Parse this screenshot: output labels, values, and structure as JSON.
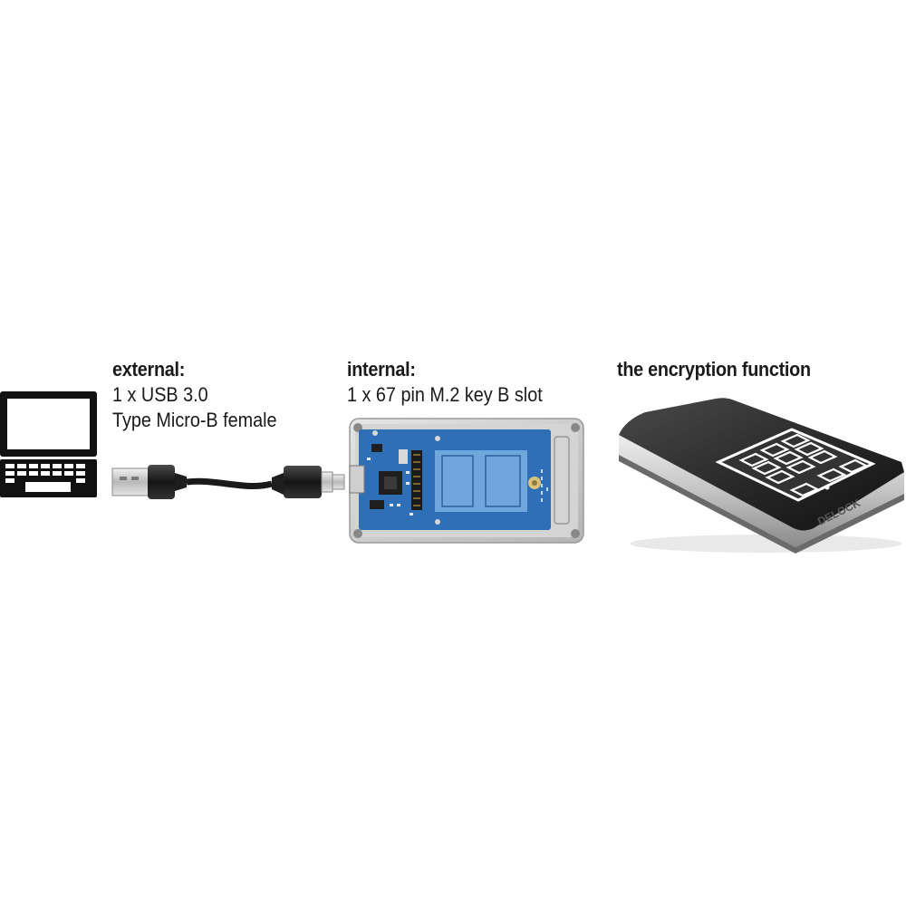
{
  "external": {
    "title": "external:",
    "line1": "1 x USB 3.0",
    "line2": "Type Micro-B female"
  },
  "internal": {
    "title": "internal:",
    "line1": "1 x 67 pin M.2 key B slot"
  },
  "encryption": {
    "title": "the encryption function"
  },
  "device": {
    "brand": "DELOCK"
  },
  "icons": {
    "computer": "laptop-icon",
    "cable": "usb-cable",
    "enclosure": "m2-enclosure-open",
    "encrypted_drive": "keypad-drive"
  },
  "colors": {
    "pcb": "#2f6fb8",
    "device_top": "#2b2b2b",
    "device_silver": "#c9c9c9"
  }
}
